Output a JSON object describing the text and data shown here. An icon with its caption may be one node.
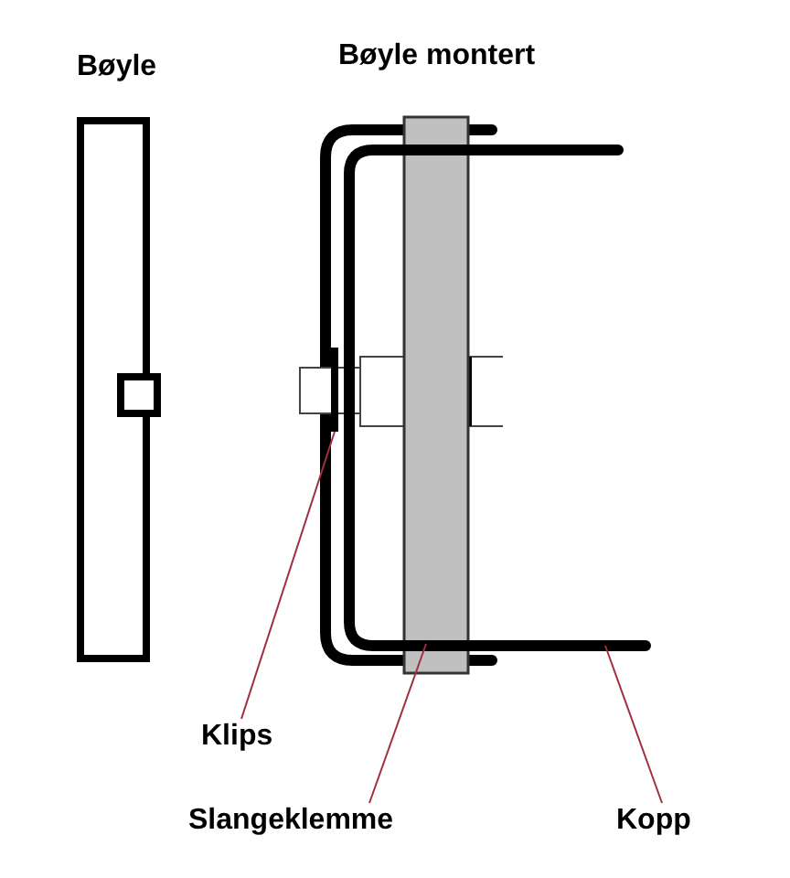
{
  "diagram": {
    "nodes": [
      {
        "text": [
          "Klips"
        ]
      },
      {
        "text": [
          "Slangeklemme"
        ]
      },
      {
        "text": [
          "Kopp"
        ]
      },
      {
        "text": [],
        "shape": "bar"
      },
      {
        "text": [],
        "shape": "box"
      },
      {
        "text": [],
        "shape": "line"
      }
    ],
    "edges": [
      {
        "from": 0,
        "to": 3,
        "arrow": "none"
      },
      {
        "from": 1,
        "to": 4,
        "arrow": "none"
      },
      {
        "from": 2,
        "to": 5,
        "arrow": "none"
      }
    ],
    "labels": [
      "Bøyle",
      "Bøyle montert"
    ]
  }
}
